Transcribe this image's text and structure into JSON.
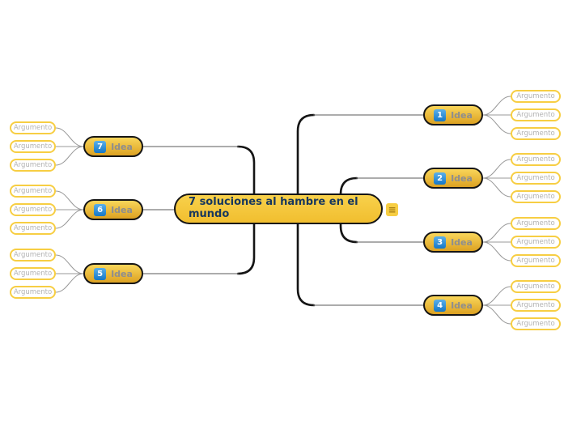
{
  "central": {
    "title": "7 soluciones al hambre en el mundo",
    "menu_icon": "≡"
  },
  "ideas": [
    {
      "number": "1",
      "label": "Idea",
      "side": "right",
      "arguments": [
        "Argumento",
        "Argumento",
        "Argumento"
      ]
    },
    {
      "number": "2",
      "label": "Idea",
      "side": "right",
      "arguments": [
        "Argumento",
        "Argumento",
        "Argumento"
      ]
    },
    {
      "number": "3",
      "label": "Idea",
      "side": "right",
      "arguments": [
        "Argumento",
        "Argumento",
        "Argumento"
      ]
    },
    {
      "number": "4",
      "label": "Idea",
      "side": "right",
      "arguments": [
        "Argumento",
        "Argumento",
        "Argumento"
      ]
    },
    {
      "number": "5",
      "label": "Idea",
      "side": "left",
      "arguments": [
        "Argumento",
        "Argumento",
        "Argumento"
      ]
    },
    {
      "number": "6",
      "label": "Idea",
      "side": "left",
      "arguments": [
        "Argumento",
        "Argumento",
        "Argumento"
      ]
    },
    {
      "number": "7",
      "label": "Idea",
      "side": "left",
      "arguments": [
        "Argumento",
        "Argumento",
        "Argumento"
      ]
    }
  ],
  "colors": {
    "canvas_bg": "#FFFFFF",
    "node_yellow": "#F5C836",
    "node_border": "#151515",
    "badge_blue": "#1E87D3",
    "argument_border": "#F7CE43",
    "argument_text": "#B3B3B3",
    "idea_label_text": "#8E8E8E",
    "central_text": "#17375D",
    "trunk_line": "#151515",
    "branch_line": "#7A7A7A"
  }
}
